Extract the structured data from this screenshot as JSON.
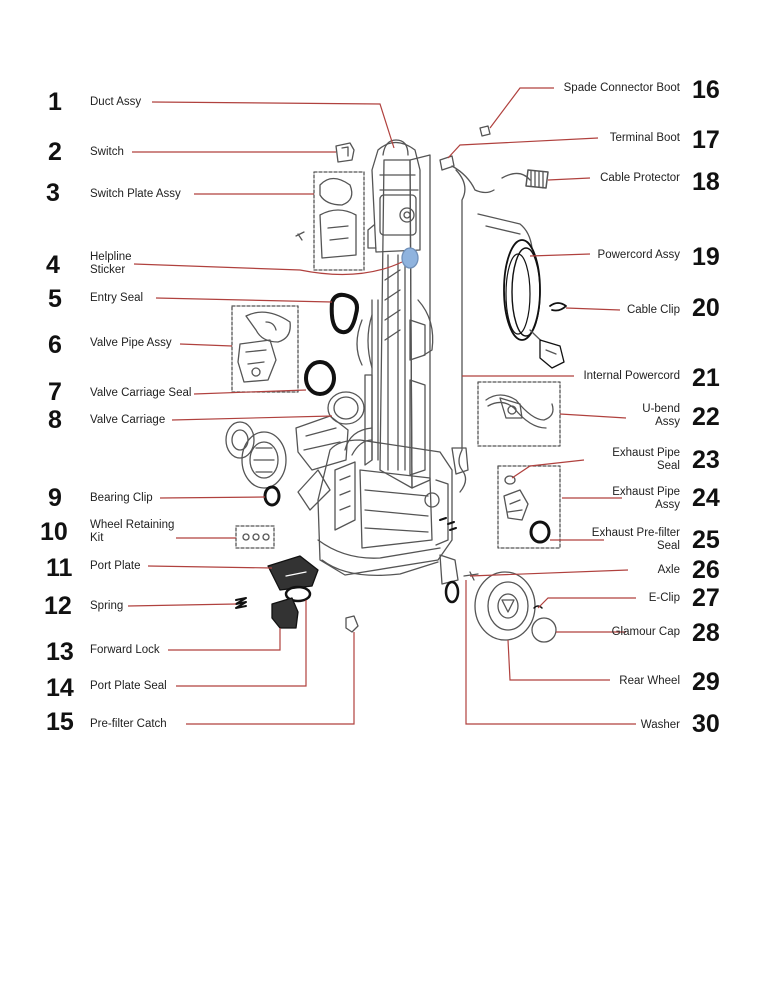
{
  "parts": [
    {
      "num": "1",
      "name": "Duct Assy"
    },
    {
      "num": "2",
      "name": "Switch"
    },
    {
      "num": "3",
      "name": "Switch Plate Assy"
    },
    {
      "num": "4",
      "name": "Helpline Sticker"
    },
    {
      "num": "5",
      "name": "Entry Seal"
    },
    {
      "num": "6",
      "name": "Valve Pipe Assy"
    },
    {
      "num": "7",
      "name": "Valve Carriage Seal"
    },
    {
      "num": "8",
      "name": "Valve Carriage"
    },
    {
      "num": "9",
      "name": "Bearing Clip"
    },
    {
      "num": "10",
      "name": "Wheel Retaining Kit"
    },
    {
      "num": "11",
      "name": "Port Plate"
    },
    {
      "num": "12",
      "name": "Spring"
    },
    {
      "num": "13",
      "name": "Forward Lock"
    },
    {
      "num": "14",
      "name": "Port Plate Seal"
    },
    {
      "num": "15",
      "name": "Pre-filter Catch"
    },
    {
      "num": "16",
      "name": "Spade Connector Boot"
    },
    {
      "num": "17",
      "name": "Terminal Boot"
    },
    {
      "num": "18",
      "name": "Cable Protector"
    },
    {
      "num": "19",
      "name": "Powercord Assy"
    },
    {
      "num": "20",
      "name": "Cable Clip"
    },
    {
      "num": "21",
      "name": "Internal Powercord"
    },
    {
      "num": "22",
      "name": "U-bend Assy"
    },
    {
      "num": "23",
      "name": "Exhaust Pipe Seal"
    },
    {
      "num": "24",
      "name": "Exhaust Pipe Assy"
    },
    {
      "num": "25",
      "name": "Exhaust Pre-filter Seal"
    },
    {
      "num": "26",
      "name": "Axle"
    },
    {
      "num": "27",
      "name": "E-Clip"
    },
    {
      "num": "28",
      "name": "Glamour Cap"
    },
    {
      "num": "29",
      "name": "Rear Wheel"
    },
    {
      "num": "30",
      "name": "Washer"
    }
  ],
  "colors": {
    "leader": "#b0413e",
    "outline": "#555555",
    "sticker": "#8fb3de",
    "text": "#222222"
  }
}
